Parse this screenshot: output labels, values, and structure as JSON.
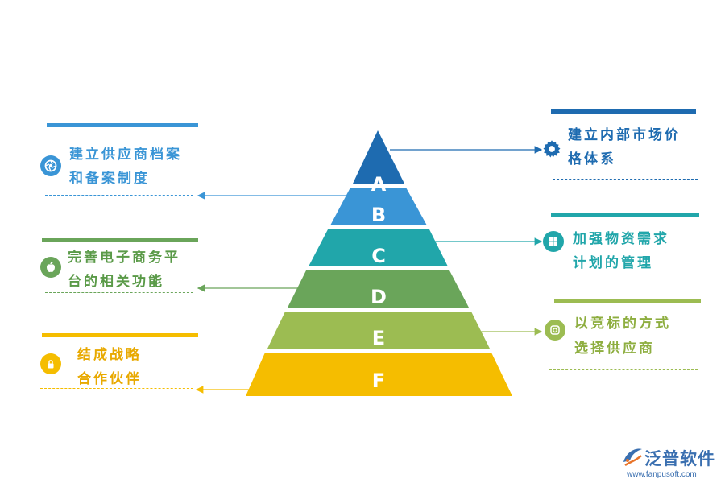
{
  "colors": {
    "blue_dark": "#1e6bb0",
    "blue": "#3a95d6",
    "teal": "#21a6aa",
    "green": "#6aa55a",
    "yellow_green": "#9cbc52",
    "yellow": "#f5bd00"
  },
  "pyramid": {
    "levels": [
      "A",
      "B",
      "C",
      "D",
      "E",
      "F"
    ]
  },
  "left": [
    {
      "line1": "建立供应商档案",
      "line2": "和备案制度",
      "icon": "aperture-icon"
    },
    {
      "line1": "完善电子商务平",
      "line2": "台的相关功能",
      "icon": "apple-icon"
    },
    {
      "line1": "结成战略",
      "line2": "合作伙伴",
      "icon": "lock-icon"
    }
  ],
  "right": [
    {
      "line1": "建立内部市场价",
      "line2": "格体系",
      "icon": "gear-icon"
    },
    {
      "line1": "加强物资需求",
      "line2": "计划的管理",
      "icon": "windows-icon"
    },
    {
      "line1": "以竞标的方式",
      "line2": "选择供应商",
      "icon": "instagram-icon"
    }
  ],
  "logo": {
    "name": "泛普软件",
    "url": "www.fanpusoft.com"
  }
}
